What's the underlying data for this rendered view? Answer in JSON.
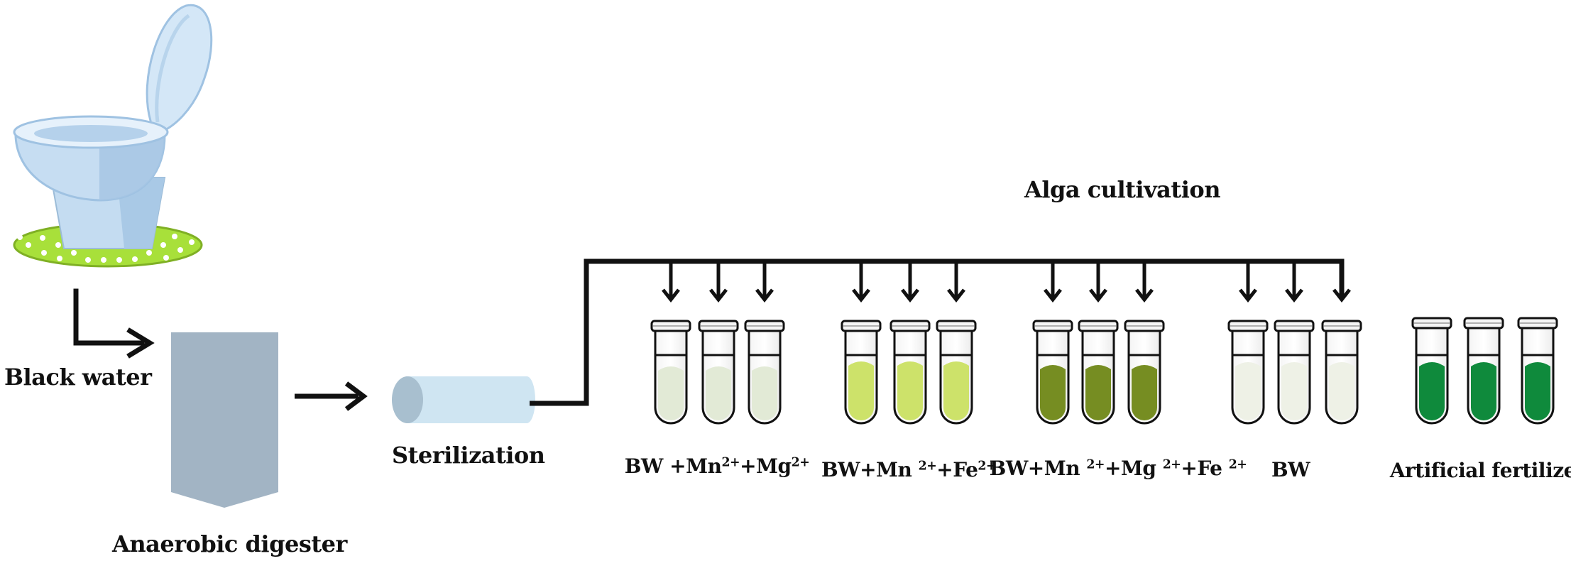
{
  "labels": {
    "black_water": "Black water",
    "anaerobic_digester": "Anaerobic digester",
    "sterilization": "Sterilization",
    "alga_cultivation": "Alga cultivation"
  },
  "groups": [
    {
      "id": "bw-mn-mg",
      "parts": [
        {
          "t": "BW +Mn"
        },
        {
          "t": "2+",
          "sup": true
        },
        {
          "t": "+Mg"
        },
        {
          "t": "2+",
          "sup": true
        }
      ],
      "liquid_color": "#e2ead6",
      "arrow": true
    },
    {
      "id": "bw-mn-fe",
      "parts": [
        {
          "t": "BW+Mn "
        },
        {
          "t": "2+",
          "sup": true
        },
        {
          "t": "+Fe"
        },
        {
          "t": "2+",
          "sup": true
        }
      ],
      "liquid_color": "#cde26a",
      "arrow": true
    },
    {
      "id": "bw-mn-mg-fe",
      "parts": [
        {
          "t": "BW+Mn "
        },
        {
          "t": "2+",
          "sup": true
        },
        {
          "t": "+Mg "
        },
        {
          "t": "2+",
          "sup": true
        },
        {
          "t": "+Fe "
        },
        {
          "t": "2+",
          "sup": true
        }
      ],
      "liquid_color": "#768d22",
      "arrow": true
    },
    {
      "id": "bw",
      "parts": [
        {
          "t": "BW"
        }
      ],
      "liquid_color": "#eef1e6",
      "arrow": true
    },
    {
      "id": "artificial-fertilizer",
      "parts": [
        {
          "t": "Artificial fertilizer"
        }
      ],
      "liquid_color": "#0f8a3c",
      "arrow": false
    }
  ],
  "colors": {
    "line": "#111111",
    "toilet_body": "#cfe3f4",
    "toilet_shade": "#9fc2e2",
    "mat": "#a8e03a",
    "digester": "#a2b4c4",
    "sterilizer": "#cfe5f2",
    "sterilizer_end": "#a8bfcf"
  }
}
